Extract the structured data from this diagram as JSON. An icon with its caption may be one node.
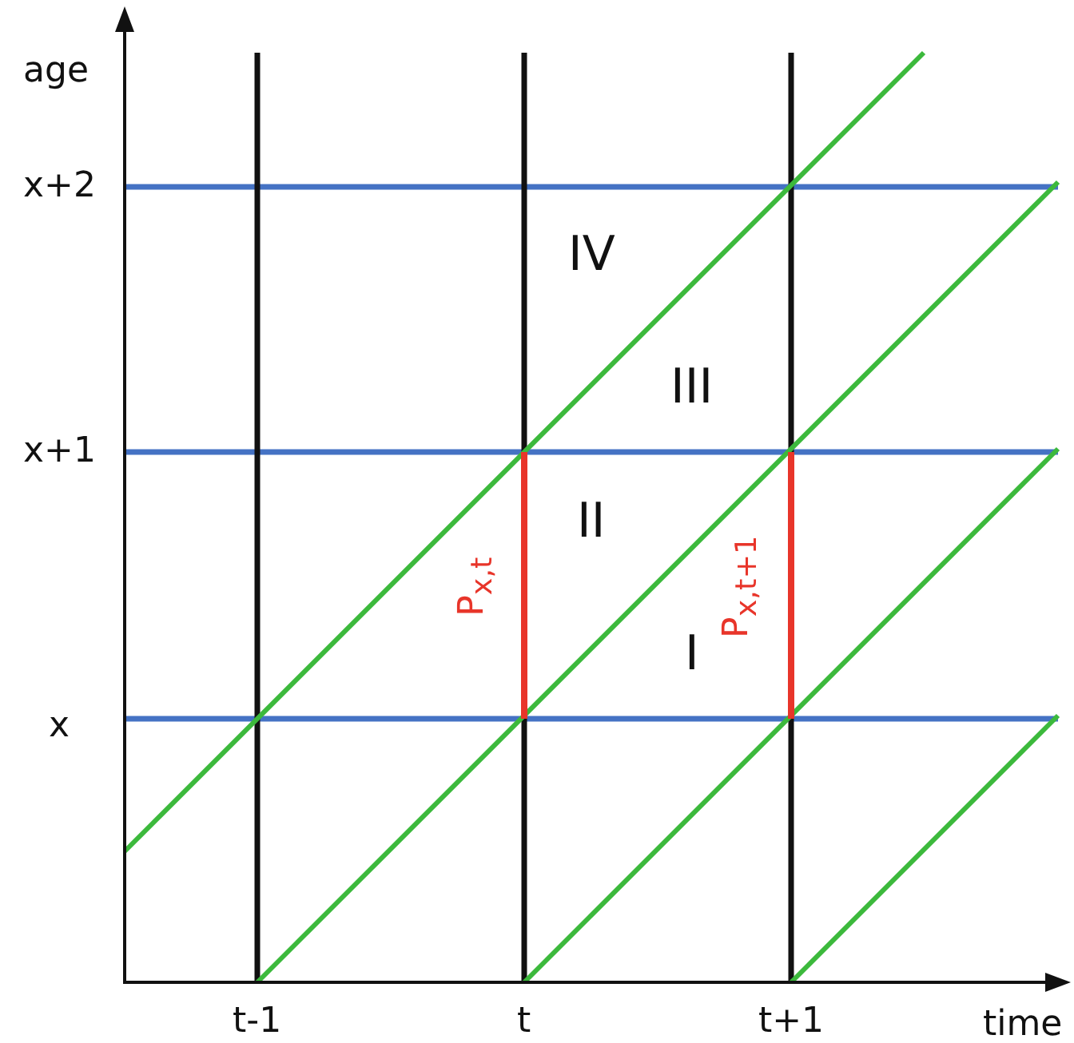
{
  "diagram": {
    "labels": [
      "age",
      "x+2",
      "IV",
      "III",
      "x+1",
      "II",
      "P$_{x,t}$",
      "P$_{x,t+1}$",
      "I",
      "x",
      "t-1",
      "t",
      "t+1",
      "time"
    ]
  }
}
